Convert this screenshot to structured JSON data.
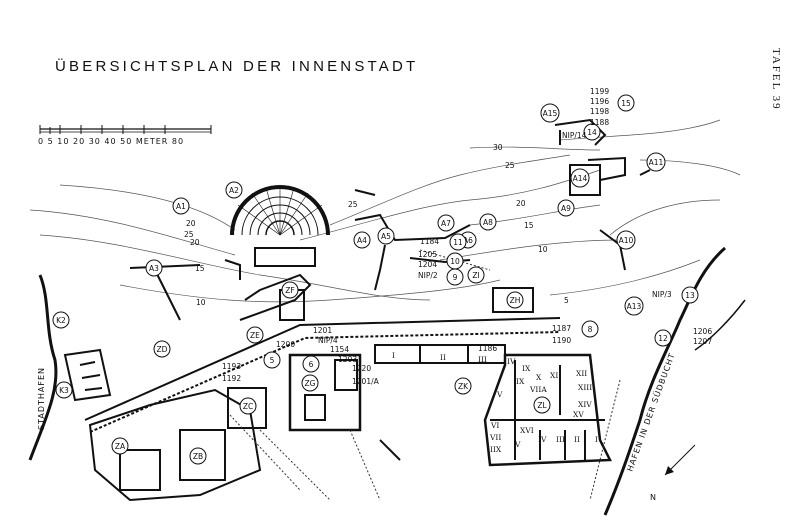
{
  "title": "ÜBERSICHTSPLAN DER INNENSTADT",
  "plate": "TAFEL 39",
  "scale_bar": {
    "labels": "0 5 10  20  30  40  50  METER 80"
  },
  "contours": [
    "30",
    "25",
    "25",
    "20",
    "20",
    "15",
    "15",
    "10",
    "10",
    "5",
    "25",
    "20"
  ],
  "region_labels": [
    "STADTHAFEN",
    "HAFEN IN DER SÜDBUCHT"
  ],
  "north": "N",
  "circle_labels": [
    "A1",
    "A2",
    "A3",
    "A4",
    "A5",
    "A6",
    "A7",
    "A8",
    "A9",
    "A10",
    "A11",
    "A13",
    "A14",
    "A15",
    "K2",
    "K3",
    "ZA",
    "ZB",
    "ZC",
    "ZD",
    "ZE",
    "ZF",
    "ZG",
    "ZH",
    "ZI",
    "ZK",
    "ZL",
    "5",
    "6",
    "8",
    "9",
    "10",
    "11",
    "12",
    "13",
    "14",
    "15"
  ],
  "numbers": [
    "1199",
    "1196",
    "1198",
    "1188",
    "NIP/14",
    "1184",
    "1205",
    "1204",
    "NIP/2",
    "1187",
    "1190",
    "1206",
    "1207",
    "NIP/3",
    "1201",
    "NIP/4",
    "1154",
    "1203",
    "1200",
    "1220",
    "1201/A",
    "1193",
    "1192",
    "1186"
  ],
  "rooms": [
    "I",
    "II",
    "III",
    "IV",
    "V",
    "VI",
    "VII",
    "IIX",
    "IX",
    "X",
    "XI",
    "XII",
    "XIII",
    "XIV",
    "XV",
    "XVI",
    "VIIA",
    "IX",
    "I",
    "II",
    "III",
    "IV",
    "V"
  ]
}
